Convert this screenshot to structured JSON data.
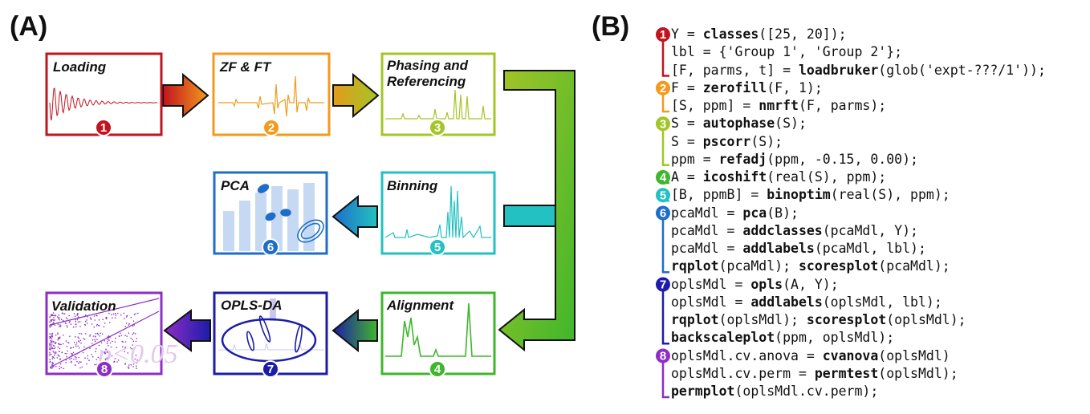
{
  "panels": {
    "a": "(A)",
    "b": "(B)"
  },
  "steps": [
    {
      "num": "1",
      "title": "Loading",
      "color": "#c0141e"
    },
    {
      "num": "2",
      "title": "ZF & FT",
      "color": "#f39a1c"
    },
    {
      "num": "3",
      "title": "Phasing and Referencing",
      "color": "#a4c526"
    },
    {
      "num": "4",
      "title": "Alignment",
      "color": "#3fb62c"
    },
    {
      "num": "5",
      "title": "Binning",
      "color": "#23c1c1"
    },
    {
      "num": "6",
      "title": "PCA",
      "color": "#1e6ec8"
    },
    {
      "num": "7",
      "title": "OPLS-DA",
      "color": "#1c1ca8"
    },
    {
      "num": "8",
      "title": "Validation",
      "color": "#8d2ec6"
    }
  ],
  "validation_annotation": "p<0.05",
  "code_groups": [
    {
      "num": "1",
      "color": "#c0141e",
      "lines": [
        [
          [
            "Y = ",
            0
          ],
          [
            "classes",
            1
          ],
          [
            "([25, 20]);",
            0
          ]
        ],
        [
          [
            "lbl = {'Group 1', 'Group 2'};",
            0
          ]
        ],
        [
          [
            "[F, parms, t] = ",
            0
          ],
          [
            "loadbruker",
            1
          ],
          [
            "(glob('expt-???/1'));",
            0
          ]
        ]
      ]
    },
    {
      "num": "2",
      "color": "#f39a1c",
      "lines": [
        [
          [
            "F = ",
            0
          ],
          [
            "zerofill",
            1
          ],
          [
            "(F, 1);",
            0
          ]
        ],
        [
          [
            "[S, ppm] = ",
            0
          ],
          [
            "nmrft",
            1
          ],
          [
            "(F, parms);",
            0
          ]
        ]
      ]
    },
    {
      "num": "3",
      "color": "#a4c526",
      "lines": [
        [
          [
            "S = ",
            0
          ],
          [
            "autophase",
            1
          ],
          [
            "(S);",
            0
          ]
        ],
        [
          [
            "S = ",
            0
          ],
          [
            "pscorr",
            1
          ],
          [
            "(S);",
            0
          ]
        ],
        [
          [
            "ppm = ",
            0
          ],
          [
            "refadj",
            1
          ],
          [
            "(ppm, -0.15, 0.00);",
            0
          ]
        ]
      ]
    },
    {
      "num": "4",
      "color": "#3fb62c",
      "lines": [
        [
          [
            "A = ",
            0
          ],
          [
            "icoshift",
            1
          ],
          [
            "(real(S), ppm);",
            0
          ]
        ]
      ]
    },
    {
      "num": "5",
      "color": "#23c1c1",
      "lines": [
        [
          [
            "[B, ppmB] = ",
            0
          ],
          [
            "binoptim",
            1
          ],
          [
            "(real(S), ppm);",
            0
          ]
        ]
      ]
    },
    {
      "num": "6",
      "color": "#1e6ec8",
      "lines": [
        [
          [
            "pcaMdl = ",
            0
          ],
          [
            "pca",
            1
          ],
          [
            "(B);",
            0
          ]
        ],
        [
          [
            "pcaMdl = ",
            0
          ],
          [
            "addclasses",
            1
          ],
          [
            "(pcaMdl, Y);",
            0
          ]
        ],
        [
          [
            "pcaMdl = ",
            0
          ],
          [
            "addlabels",
            1
          ],
          [
            "(pcaMdl, lbl);",
            0
          ]
        ],
        [
          [
            "rqplot",
            1
          ],
          [
            "(pcaMdl); ",
            0
          ],
          [
            "scoresplot",
            1
          ],
          [
            "(pcaMdl);",
            0
          ]
        ]
      ]
    },
    {
      "num": "7",
      "color": "#1c1ca8",
      "lines": [
        [
          [
            "oplsMdl = ",
            0
          ],
          [
            "opls",
            1
          ],
          [
            "(A, Y);",
            0
          ]
        ],
        [
          [
            "oplsMdl = ",
            0
          ],
          [
            "addlabels",
            1
          ],
          [
            "(oplsMdl, lbl);",
            0
          ]
        ],
        [
          [
            "rqplot",
            1
          ],
          [
            "(oplsMdl); ",
            0
          ],
          [
            "scoresplot",
            1
          ],
          [
            "(oplsMdl);",
            0
          ]
        ],
        [
          [
            "backscaleplot",
            1
          ],
          [
            "(ppm, oplsMdl);",
            0
          ]
        ]
      ]
    },
    {
      "num": "8",
      "color": "#8d2ec6",
      "lines": [
        [
          [
            "oplsMdl.cv.anova = ",
            0
          ],
          [
            "cvanova",
            1
          ],
          [
            "(oplsMdl)",
            0
          ]
        ],
        [
          [
            "oplsMdl.cv.perm = ",
            0
          ],
          [
            "permtest",
            1
          ],
          [
            "(oplsMdl);",
            0
          ]
        ],
        [
          [
            "permplot",
            1
          ],
          [
            "(oplsMdl.cv.perm);",
            0
          ]
        ]
      ]
    }
  ]
}
